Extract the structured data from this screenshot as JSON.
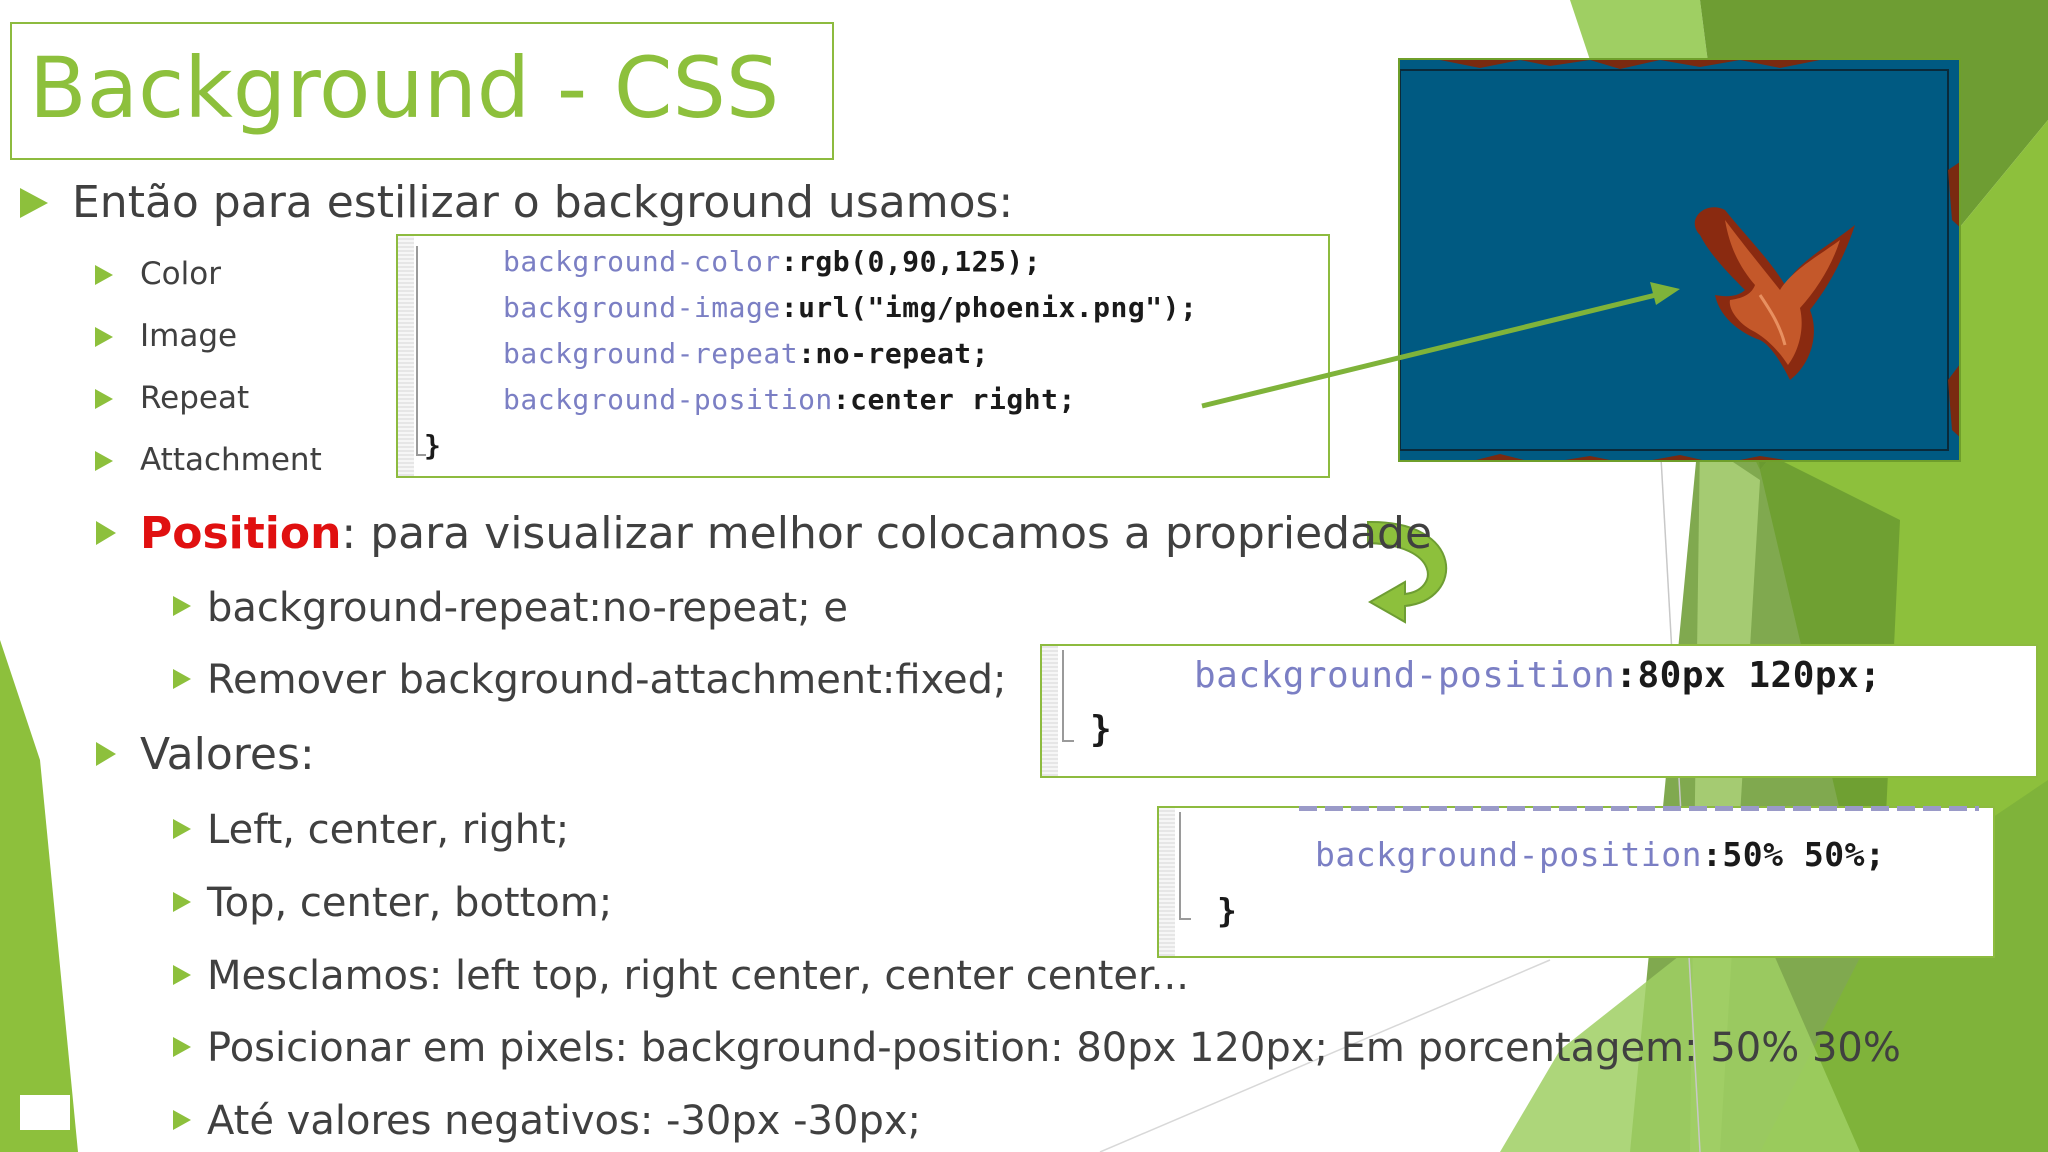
{
  "slide": {
    "title": "Background - CSS",
    "intro": "Então para estilizar o background usamos:",
    "sub_items": [
      "Color",
      "Image",
      "Repeat",
      "Attachment"
    ],
    "position_label": "Position",
    "position_text": ": para visualizar melhor colocamos a propriedade",
    "position_items": [
      "background-repeat:no-repeat; e",
      "Remover background-attachment:fixed;"
    ],
    "valores_label": "Valores:",
    "valores_items": [
      "Left, center, right;",
      "Top, center, bottom;",
      "Mesclamos: left top, right center, center center...",
      "Posicionar em pixels: background-position: 80px 120px; Em porcentagem: 50% 30%",
      "Até valores negativos: -30px -30px;"
    ]
  },
  "code1": {
    "lines": [
      {
        "prop": "background-color",
        "value": ":rgb(0,90,125);"
      },
      {
        "prop": "background-image",
        "value": ":url(\"img/phoenix.png\");"
      },
      {
        "prop": "background-repeat",
        "value": ":no-repeat;"
      },
      {
        "prop": "background-position",
        "value": ":center right;"
      }
    ],
    "close": "}"
  },
  "code2": {
    "prop": "background-position",
    "value": ":80px 120px;",
    "close": "}"
  },
  "code3": {
    "prop": "background-position",
    "value": ":50% 50%;",
    "close": "}"
  },
  "colors": {
    "accent_green": "#8dc03c",
    "title_green": "#8dc03c",
    "highlight_red": "#e01010",
    "preview_bg": "#005a82",
    "code_property": "#7b7fc4"
  }
}
